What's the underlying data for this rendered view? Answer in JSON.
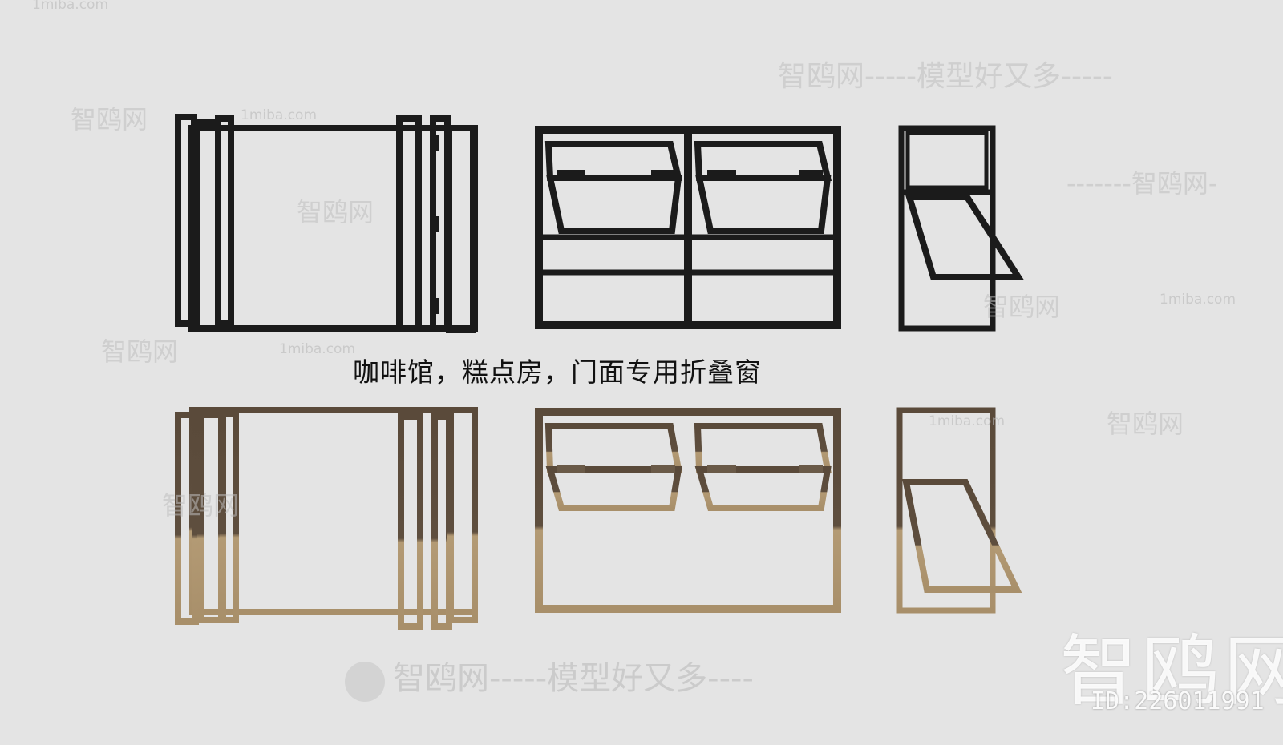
{
  "caption": "咖啡馆，糕点房，门面专用折叠窗",
  "watermarks": {
    "site": "1miba.com",
    "brand": "智鸥网",
    "slogan": "智鸥网-----模型好又多-----",
    "footer": "智鸥网-----模型好又多----",
    "right_brand": "-------智鸥网-",
    "big_brand": "智鸥网",
    "id": "ID:226011991"
  },
  "colors": {
    "background": "#e4e4e4",
    "black_frame": "#1b1b1b",
    "wood_dark": "#5a4a3a",
    "wood_light": "#b49a74"
  }
}
